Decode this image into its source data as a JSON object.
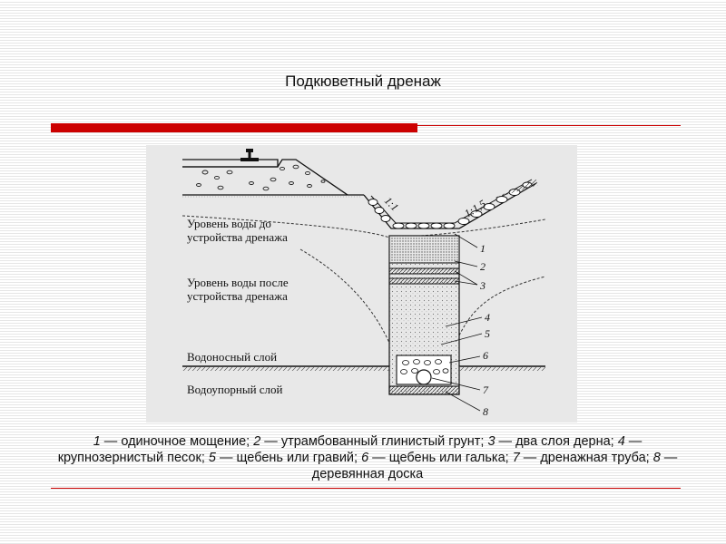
{
  "title": "Подкюветный дренаж",
  "diagram": {
    "labels": {
      "water_before_1": "Уровень воды до",
      "water_before_2": "устройства дренажа",
      "water_after_1": "Уровень воды после",
      "water_after_2": "устройства дренажа",
      "aquifer": "Водоносный слой",
      "aquitard": "Водоупорный слой",
      "slope_left": "1:1",
      "slope_right": "1:1,5"
    },
    "callouts": [
      "1",
      "2",
      "3",
      "4",
      "5",
      "6",
      "7",
      "8"
    ]
  },
  "caption": {
    "items": [
      {
        "num": "1",
        "text": " — одиночное мощение; "
      },
      {
        "num": "2",
        "text": " — утрамбованный глинистый грунт; "
      },
      {
        "num": "3",
        "text": " — два слоя дерна; "
      },
      {
        "num": "4",
        "text": " — крупнозернистый песок; "
      },
      {
        "num": "5",
        "text": " — щебень или гравий; "
      },
      {
        "num": "6",
        "text": " — щебень или галька; "
      },
      {
        "num": "7",
        "text": " — дренажная труба; "
      },
      {
        "num": "8",
        "text": " — деревянная доска"
      }
    ]
  }
}
